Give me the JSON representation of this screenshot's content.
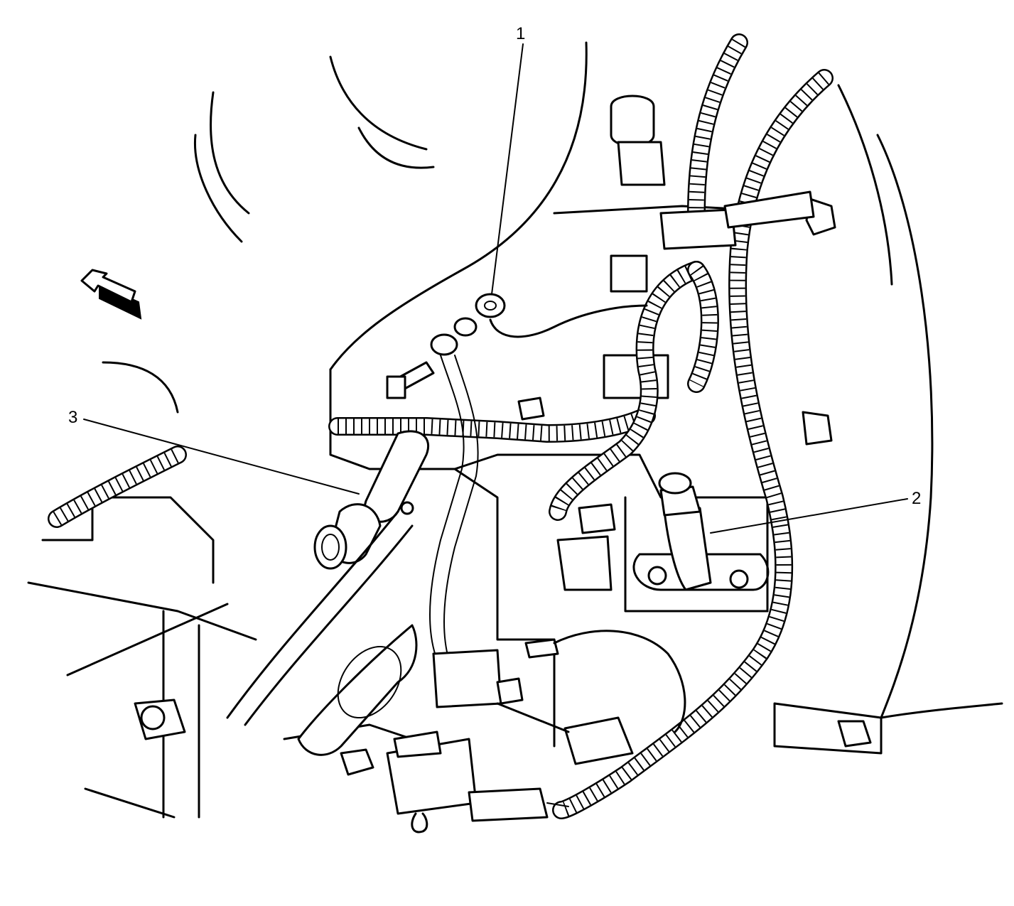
{
  "diagram": {
    "callouts": [
      {
        "id": "1",
        "label": "1"
      },
      {
        "id": "2",
        "label": "2"
      },
      {
        "id": "3",
        "label": "3"
      }
    ]
  },
  "icons": {
    "front_arrow": "direction-arrow-icon"
  },
  "colors": {
    "line": "#000000",
    "background": "#ffffff"
  }
}
